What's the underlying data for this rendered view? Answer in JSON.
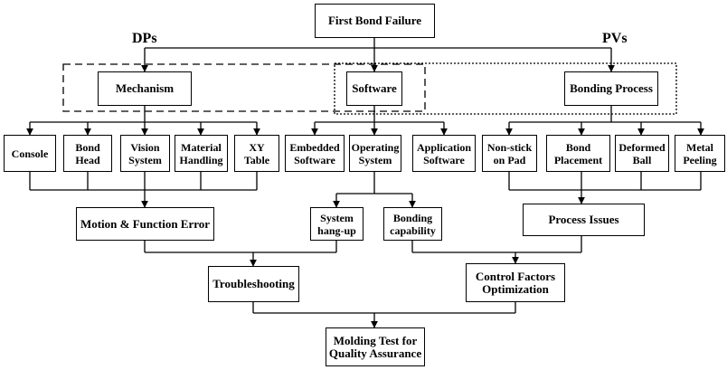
{
  "labels": {
    "dps": "DPs",
    "pvs": "PVs"
  },
  "nodes": {
    "first_bond_failure": "First Bond Failure",
    "mechanism": "Mechanism",
    "software": "Software",
    "bonding_process": "Bonding Process",
    "console": "Console",
    "bond_head": "Bond\nHead",
    "vision_system": "Vision\nSystem",
    "material_handling": "Material\nHandling",
    "xy_table": "XY\nTable",
    "embedded_software": "Embedded\nSoftware",
    "operating_system": "Operating\nSystem",
    "application_software": "Application\nSoftware",
    "non_stick_on_pad": "Non-stick\non Pad",
    "bond_placement": "Bond\nPlacement",
    "deformed_ball": "Deformed\nBall",
    "metal_peeling": "Metal\nPeeling",
    "motion_function_error": "Motion & Function Error",
    "system_hang_up": "System\nhang-up",
    "bonding_capability": "Bonding\ncapability",
    "process_issues": "Process Issues",
    "troubleshooting": "Troubleshooting",
    "control_factors_optimization": "Control Factors\nOptimization",
    "molding_test": "Molding Test for\nQuality Assurance"
  }
}
